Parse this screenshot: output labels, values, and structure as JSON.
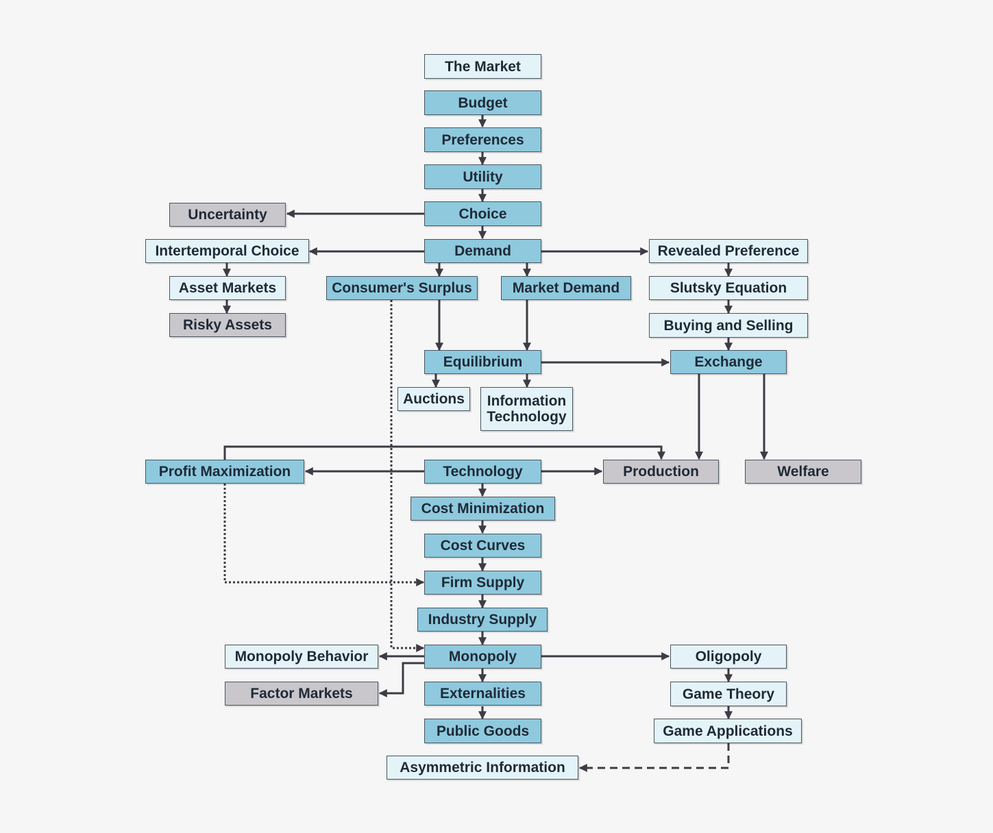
{
  "nodes": {
    "the_market": "The Market",
    "budget": "Budget",
    "preferences": "Preferences",
    "utility": "Utility",
    "choice": "Choice",
    "uncertainty": "Uncertainty",
    "intertemporal_choice": "Intertemporal Choice",
    "demand": "Demand",
    "revealed_preference": "Revealed Preference",
    "asset_markets": "Asset Markets",
    "consumers_surplus": "Consumer's Surplus",
    "market_demand": "Market Demand",
    "slutsky_equation": "Slutsky Equation",
    "risky_assets": "Risky Assets",
    "buying_and_selling": "Buying and Selling",
    "equilibrium": "Equilibrium",
    "exchange": "Exchange",
    "auctions": "Auctions",
    "information_technology": "Information\nTechnology",
    "profit_maximization": "Profit Maximization",
    "technology": "Technology",
    "production": "Production",
    "welfare": "Welfare",
    "cost_minimization": "Cost Minimization",
    "cost_curves": "Cost Curves",
    "firm_supply": "Firm Supply",
    "industry_supply": "Industry Supply",
    "monopoly_behavior": "Monopoly Behavior",
    "monopoly": "Monopoly",
    "oligopoly": "Oligopoly",
    "factor_markets": "Factor Markets",
    "externalities": "Externalities",
    "game_theory": "Game Theory",
    "public_goods": "Public Goods",
    "game_applications": "Game Applications",
    "asymmetric_information": "Asymmetric Information"
  },
  "colors": {
    "dark_box": "#8ec9de",
    "light_box": "#e3f3f8",
    "gray_box": "#c9c7cc",
    "arrow": "#3e3b44"
  }
}
